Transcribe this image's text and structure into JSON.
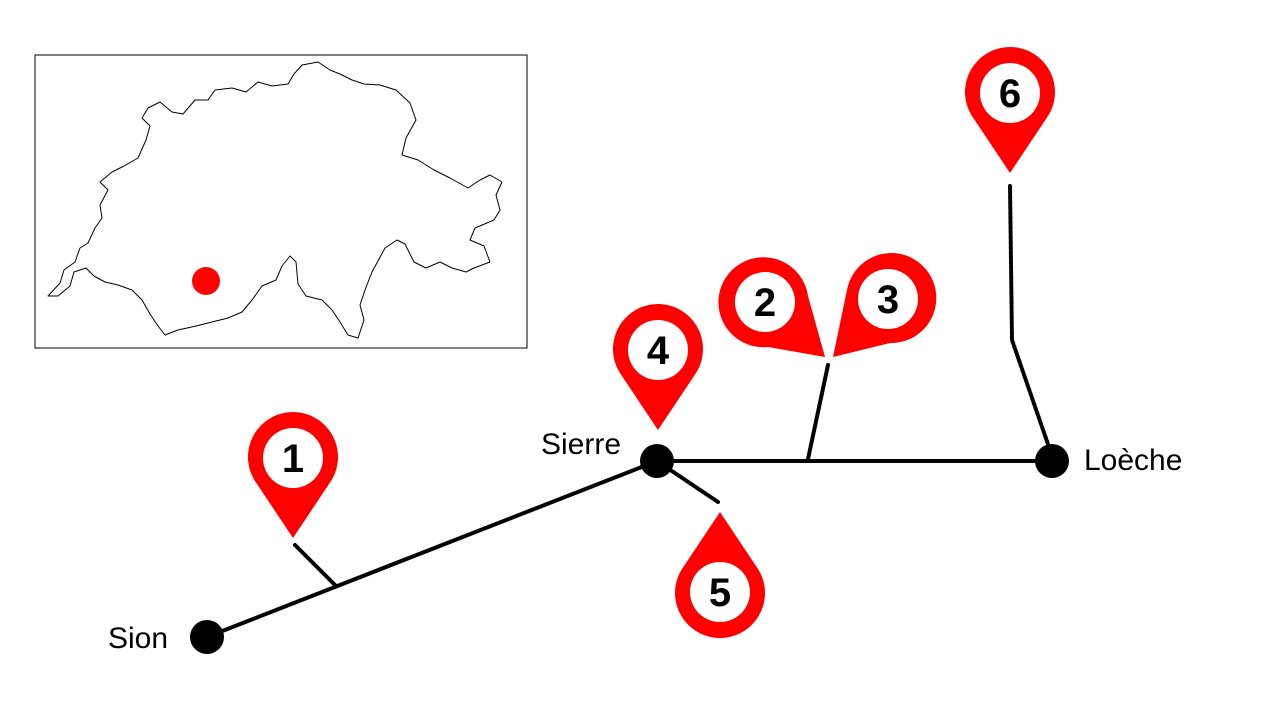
{
  "cities": [
    {
      "id": "sion",
      "label": "Sion"
    },
    {
      "id": "sierre",
      "label": "Sierre"
    },
    {
      "id": "loeche",
      "label": "Loèche"
    }
  ],
  "markers": [
    {
      "id": "1",
      "label": "1"
    },
    {
      "id": "2",
      "label": "2"
    },
    {
      "id": "3",
      "label": "3"
    },
    {
      "id": "4",
      "label": "4"
    },
    {
      "id": "5",
      "label": "5"
    },
    {
      "id": "6",
      "label": "6"
    }
  ],
  "colors": {
    "marker": "#ff0000",
    "marker_inner": "#ffffff",
    "line": "#000000",
    "node": "#000000",
    "locator_dot": "#ff0000"
  },
  "inset": {
    "country": "Switzerland",
    "icon": "location-dot-icon"
  }
}
